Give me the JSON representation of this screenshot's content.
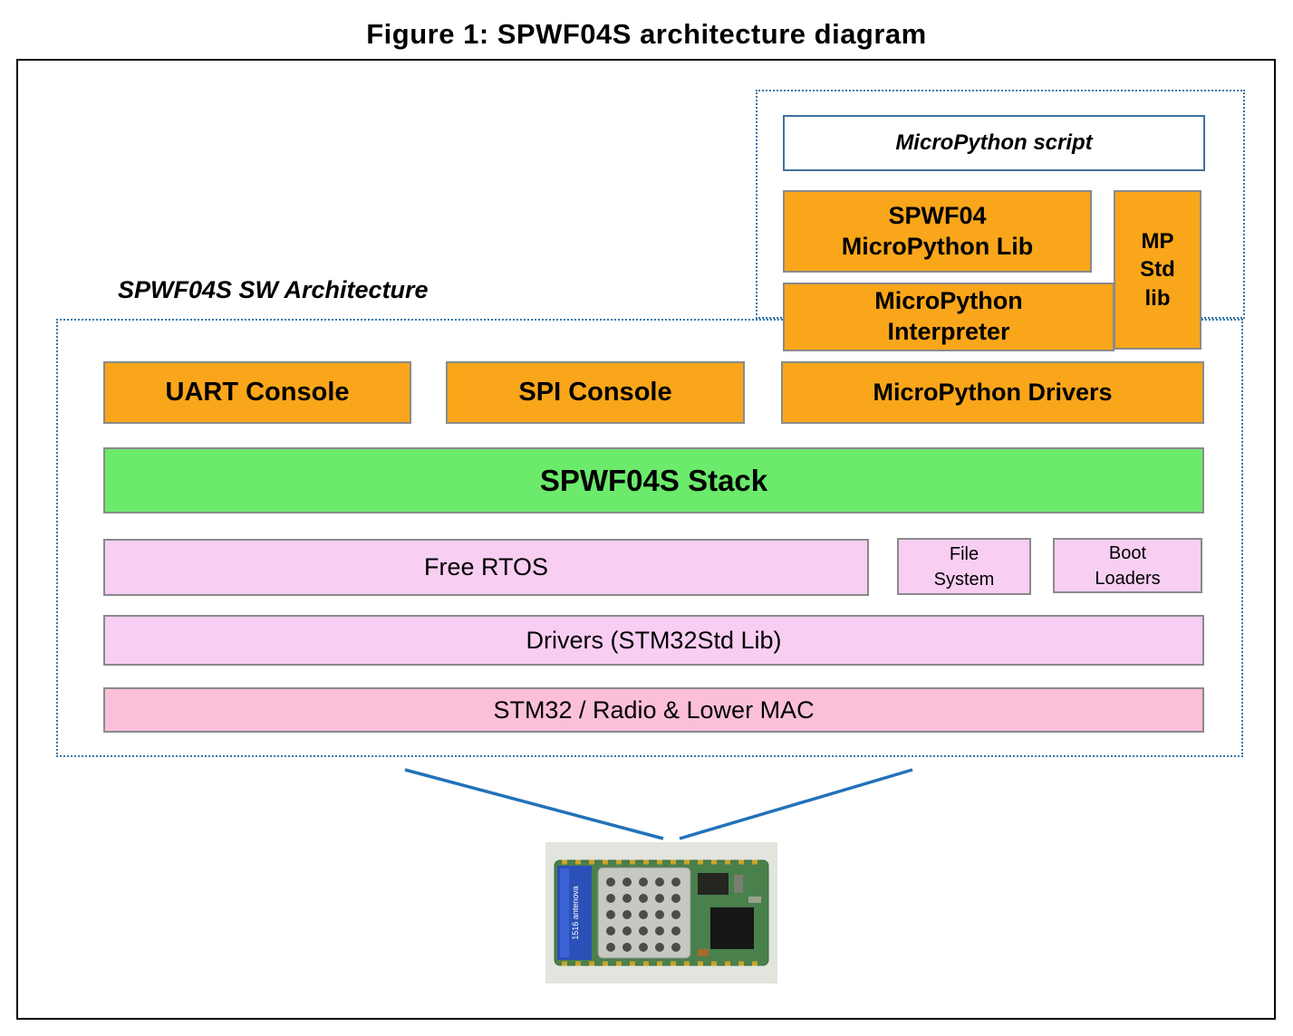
{
  "title": "Figure 1: SPWF04S architecture diagram",
  "micropython_section": {
    "script": "MicroPython script",
    "spwf04_lib": "SPWF04\nMicroPython Lib",
    "mp_std_lib": "MP\nStd\nlib",
    "interpreter": "MicroPython\nInterpreter"
  },
  "sw_section": {
    "label": "SPWF04S SW Architecture",
    "uart_console": "UART Console",
    "spi_console": "SPI Console",
    "mp_drivers": "MicroPython Drivers",
    "stack": "SPWF04S Stack",
    "free_rtos": "Free RTOS",
    "file_system": "File\nSystem",
    "boot_loaders": "Boot\nLoaders",
    "drivers": "Drivers (STM32Std  Lib)",
    "stm32": "STM32 / Radio & Lower MAC"
  },
  "module": {
    "antenna_text": "1516 antenova"
  },
  "colors": {
    "orange": "#FAA61A",
    "green": "#6BEA6B",
    "pink_light": "#F8CEF2",
    "pink": "#FBBFD9",
    "dotted_border": "#3878A8",
    "funnel": "#2272B9"
  }
}
